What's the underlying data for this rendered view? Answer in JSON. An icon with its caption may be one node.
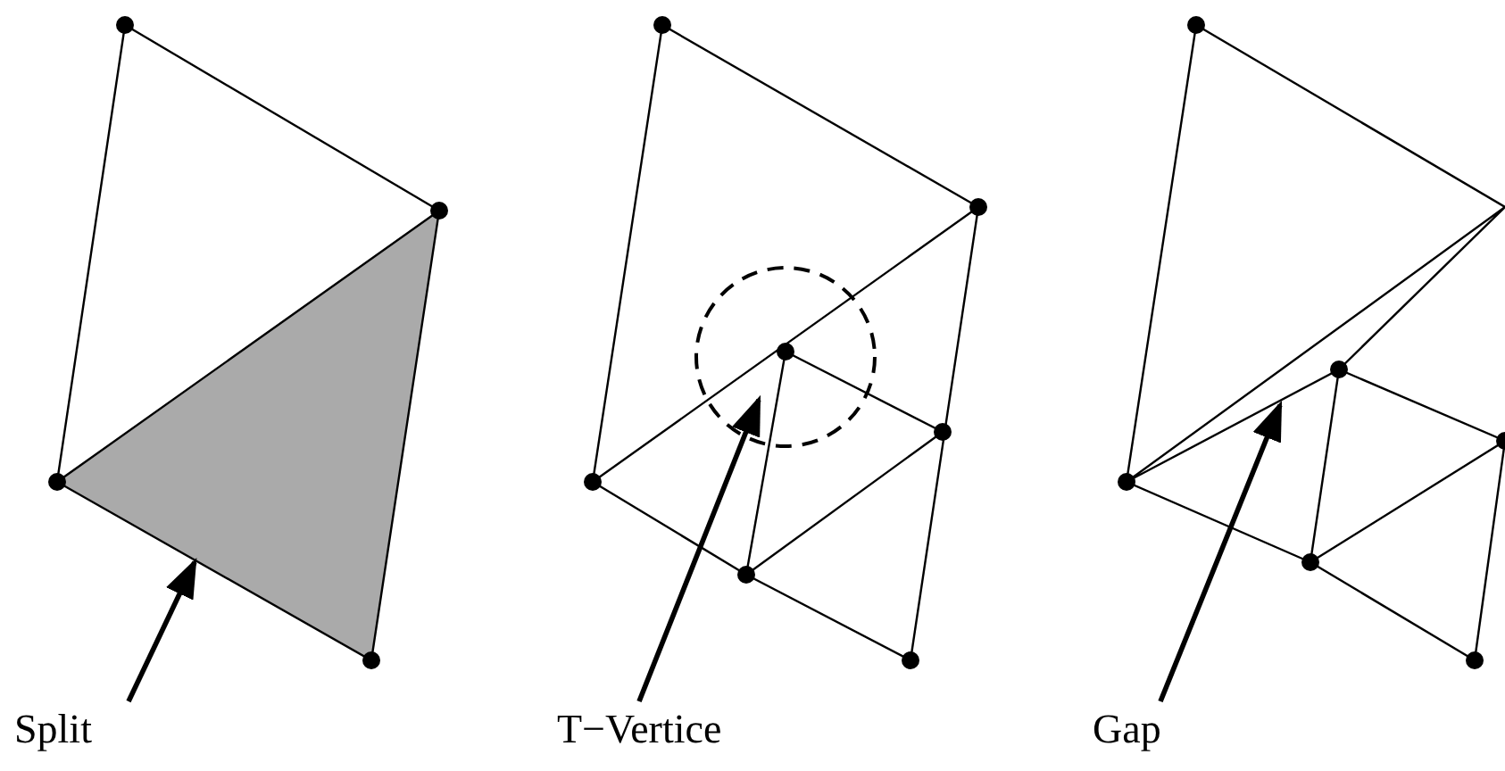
{
  "diagram": {
    "nodes": [
      {
        "text": [
          "Split"
        ]
      },
      {
        "text": [],
        "shape": "triangle"
      },
      {
        "text": [
          "T−Vertice"
        ]
      },
      {
        "text": [],
        "shape": "circle"
      },
      {
        "text": [
          "Gap"
        ]
      },
      {
        "text": [],
        "shape": "triangle"
      }
    ],
    "edges": [
      {
        "from": 0,
        "to": 1,
        "arrow": "to"
      },
      {
        "from": 2,
        "to": 3,
        "arrow": "to"
      },
      {
        "from": 4,
        "to": 5,
        "arrow": "to"
      }
    ]
  }
}
